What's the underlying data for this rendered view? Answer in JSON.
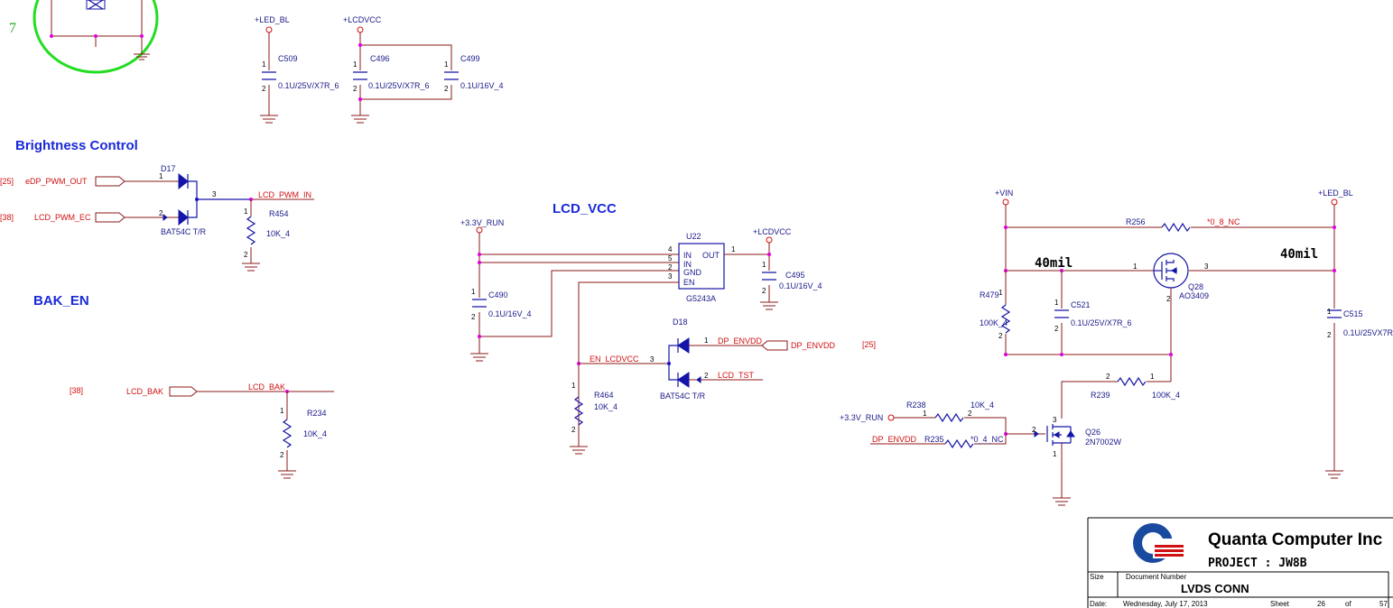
{
  "headers": {
    "brightness": "Brightness Control",
    "bak_en": "BAK_EN",
    "lcd_vcc": "LCD_VCC"
  },
  "margin_number": "7",
  "power_labels": {
    "led_bl_top": "+LED_BL",
    "lcdvcc_top": "+LCDVCC",
    "v33_mid": "+3.3V_RUN",
    "lcdvcc_mid": "+LCDVCC",
    "vin": "+VIN",
    "led_bl_right": "+LED_BL",
    "v33_right": "+3.3V_RUN"
  },
  "components": {
    "c509": {
      "ref": "C509",
      "value": "0.1U/25V/X7R_6"
    },
    "c496": {
      "ref": "C496",
      "value": "0.1U/25V/X7R_6"
    },
    "c499": {
      "ref": "C499",
      "value": "0.1U/16V_4"
    },
    "d17": {
      "ref": "D17",
      "part": "BAT54C T/R"
    },
    "r454": {
      "ref": "R454",
      "value": "10K_4"
    },
    "r234": {
      "ref": "R234",
      "value": "10K_4"
    },
    "u22": {
      "ref": "U22",
      "part": "G5243A",
      "pins": [
        "IN",
        "IN",
        "GND",
        "EN",
        "OUT"
      ]
    },
    "c490": {
      "ref": "C490",
      "value": "0.1U/16V_4"
    },
    "c495": {
      "ref": "C495",
      "value": "0.1U/16V_4"
    },
    "d18": {
      "ref": "D18",
      "part": "BAT54C T/R"
    },
    "r464": {
      "ref": "R464",
      "value": "10K_4"
    },
    "r256": {
      "ref": "R256",
      "value": "*0_8_NC"
    },
    "r479": {
      "ref": "R479",
      "value": "100K_4"
    },
    "c521": {
      "ref": "C521",
      "value": "0.1U/25V/X7R_6"
    },
    "q28": {
      "ref": "Q28",
      "part": "AO3409"
    },
    "c515": {
      "ref": "C515",
      "value": "0.1U/25VX7R"
    },
    "r239": {
      "ref": "R239",
      "value": "100K_4"
    },
    "r238": {
      "ref": "R238",
      "value": "10K_4"
    },
    "r235": {
      "ref": "R235",
      "value": "*0_4_NC"
    },
    "q26": {
      "ref": "Q26",
      "part": "2N7002W"
    }
  },
  "nets": {
    "edp_pwm_out": "eDP_PWM_OUT",
    "lcd_pwm_ec": "LCD_PWM_EC",
    "lcd_pwm_in": "LCD_PWM_IN",
    "lcd_bak_port": "LCD_BAK",
    "lcd_bak": "LCD_BAK",
    "dp_envdd": "DP_ENVDD",
    "dp_envdd_port": "DP_ENVDD",
    "lcd_tst": "LCD_TST",
    "en_lcdvcc": "EN_LCDVCC",
    "dp_envdd_q": "DP_ENVDD"
  },
  "page_refs": {
    "edp": "[25]",
    "lcd_pwm": "[38]",
    "bak": "[38]",
    "dp": "[25]"
  },
  "trace_widths": {
    "left": "40mil",
    "right": "40mil"
  },
  "title_block": {
    "company": "Quanta Computer Inc",
    "project": "PROJECT : JW8B",
    "size_label": "Size",
    "doc_label": "Document Number",
    "doc_title": "LVDS CONN",
    "date_label": "Date:",
    "date": "Wednesday, July 17, 2013",
    "sheet_label": "Sheet",
    "sheet": "26",
    "of_label": "of",
    "total": "57"
  },
  "colors": {
    "wire": "#8b1a1a",
    "symbol": "#1414a8",
    "net_label": "#d01010",
    "header": "#1a2ad8",
    "junction": "#e000e0",
    "annotation_ellipse": "#22dd22"
  }
}
